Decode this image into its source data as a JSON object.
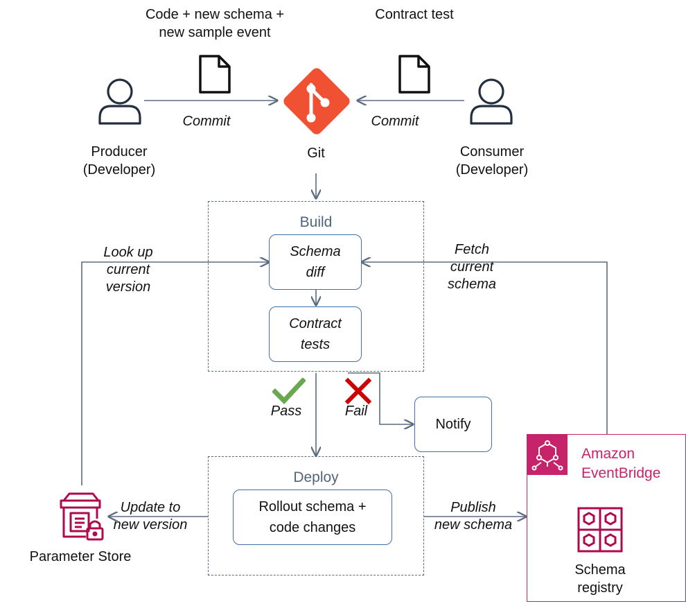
{
  "actors": {
    "producer": {
      "name": "Producer",
      "role": "(Developer)"
    },
    "consumer": {
      "name": "Consumer",
      "role": "(Developer)"
    },
    "git": {
      "label": "Git"
    }
  },
  "top_labels": {
    "producer_artifact_line1": "Code + new schema +",
    "producer_artifact_line2": "new sample event",
    "consumer_artifact": "Contract test",
    "commit_left": "Commit",
    "commit_right": "Commit"
  },
  "build": {
    "title": "Build",
    "schema_diff_line1": "Schema",
    "schema_diff_line2": "diff",
    "contract_tests_line1": "Contract",
    "contract_tests_line2": "tests"
  },
  "side_labels": {
    "lookup_line1": "Look up",
    "lookup_line2": "current",
    "lookup_line3": "version",
    "fetch_line1": "Fetch",
    "fetch_line2": "current",
    "fetch_line3": "schema"
  },
  "results": {
    "pass": "Pass",
    "fail": "Fail",
    "notify": "Notify",
    "pass_color": "#6aa84f",
    "fail_color": "#cc0000"
  },
  "deploy": {
    "title": "Deploy",
    "rollout_line1": "Rollout schema +",
    "rollout_line2": "code changes"
  },
  "bottom_labels": {
    "update_line1": "Update to",
    "update_line2": "new version",
    "publish_line1": "Publish",
    "publish_line2": "new schema"
  },
  "parameter_store": {
    "label": "Parameter Store",
    "color": "#b0084d"
  },
  "eventbridge": {
    "title_line1": "Amazon",
    "title_line2": "EventBridge",
    "registry_line1": "Schema",
    "registry_line2": "registry",
    "color": "#c7236b"
  },
  "icons": [
    "user-icon",
    "git-icon",
    "document-icon",
    "check-icon",
    "cross-icon",
    "parameter-store-icon",
    "eventbridge-icon",
    "schema-registry-icon"
  ]
}
